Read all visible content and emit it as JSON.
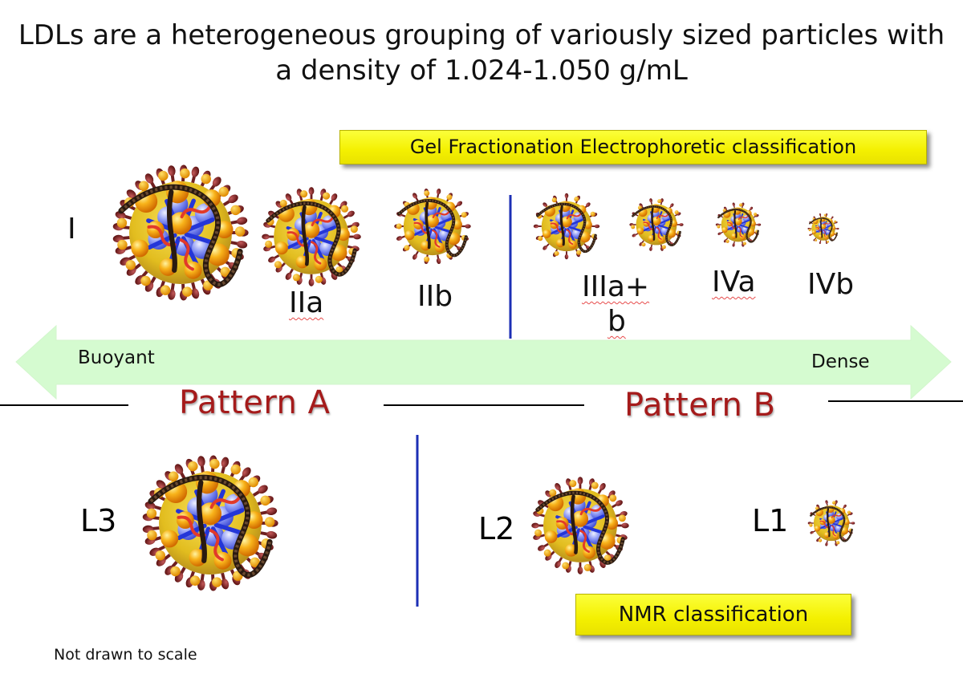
{
  "title": {
    "line1": "LDLs are a heterogeneous grouping of variously sized particles with",
    "line2": "a density of 1.024-1.050 g/mL"
  },
  "gel_box_label": "Gel Fractionation Electrophoretic classification",
  "nmr_box_label": "NMR classification",
  "gel_classes": [
    {
      "label": "I"
    },
    {
      "label": "IIa"
    },
    {
      "label": "IIb"
    },
    {
      "label_line1": "IIIa+",
      "label_line2": "b"
    },
    {
      "label": "IVa"
    },
    {
      "label": "IVb"
    }
  ],
  "arrow": {
    "left_label": "Buoyant",
    "right_label": "Dense",
    "color": "#d5fbd0"
  },
  "patterns": {
    "a": "Pattern A",
    "b": "Pattern B",
    "color": "#a51b1b"
  },
  "nmr_classes": [
    {
      "label": "L3"
    },
    {
      "label": "L2"
    },
    {
      "label": "L1"
    }
  ],
  "footnote": "Not drawn to scale",
  "colors": {
    "particle_core": "#e3c325",
    "particle_spike": "#7a2222",
    "sphere_orange": "#f5a10c",
    "sphere_blue": "#5a6cf0",
    "divider_blue": "#1c2fb5",
    "box_yellow": "#f4f000"
  }
}
